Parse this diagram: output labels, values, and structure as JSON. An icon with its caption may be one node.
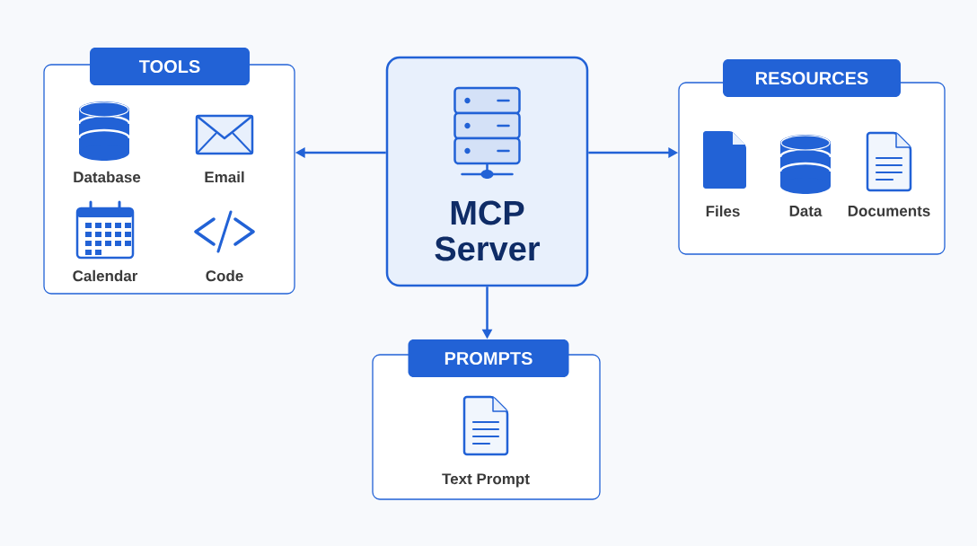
{
  "diagram": {
    "nodes": [
      {
        "text": [
          "TOOLS"
        ]
      },
      {
        "text": [
          "Database"
        ],
        "in": 0
      },
      {
        "text": [
          "Email"
        ],
        "in": 0
      },
      {
        "text": [
          "Calendar"
        ],
        "in": 0
      },
      {
        "text": [
          "Code"
        ],
        "in": 0
      },
      {
        "text": [
          "MCP Server"
        ]
      },
      {
        "text": [
          "RESOURCES"
        ]
      },
      {
        "text": [
          "Files"
        ],
        "in": 6
      },
      {
        "text": [
          "Data"
        ],
        "in": 6
      },
      {
        "text": [
          "Documents"
        ],
        "in": 6
      },
      {
        "text": [
          "PROMPTS"
        ]
      },
      {
        "text": [
          "Text Prompt"
        ],
        "in": 10
      }
    ],
    "edges": [
      {
        "from": 5,
        "to": 0,
        "arrow": "to"
      },
      {
        "from": 5,
        "to": 6,
        "arrow": "to"
      },
      {
        "from": 5,
        "to": 10,
        "arrow": "to"
      }
    ]
  }
}
